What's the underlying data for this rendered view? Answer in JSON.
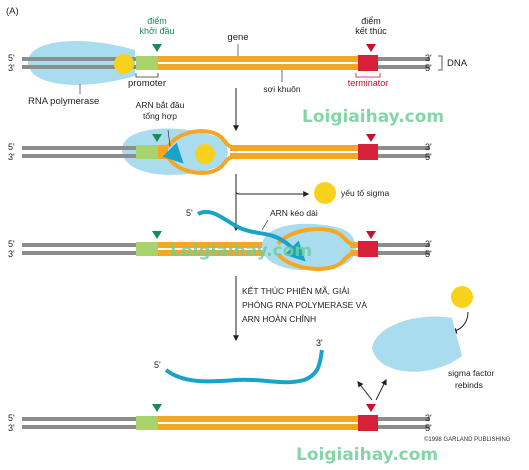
{
  "panel_label": "(A)",
  "labels": {
    "start_site": [
      "điểm",
      "khởi đầu"
    ],
    "gene": "gene",
    "stop_site": [
      "điểm",
      "kết thúc"
    ],
    "dna": "DNA",
    "promoter": "promoter",
    "template_strand": "sợi khuôn",
    "terminator": "terminator",
    "rna_polymerase": "RNA polymerase",
    "rna_start": [
      "ARN bắt đầu",
      "tổng hợp"
    ],
    "sigma_factor_vi": "yếu tố sigma",
    "rna_elongation": "ARN kéo dài",
    "termination": [
      "KẾT THÚC PHIÊN MÃ, GIẢI",
      "PHÓNG RNA POLYMERASE VÀ",
      "ARN HOÀN CHỈNH"
    ],
    "sigma_rebinds": [
      "sigma factor",
      "rebinds"
    ],
    "copyright": "©1998 GARLAND PUBLISHING"
  },
  "ends": {
    "five": "5'",
    "three": "3'"
  },
  "watermarks": [
    "Loigiaihay.com",
    "Loigiaihay.com",
    "Loigiaihay.com"
  ],
  "colors": {
    "dna": "#8c8c8c",
    "gene": "#f5a623",
    "promoter": "#a8d26b",
    "terminator": "#d7213a",
    "polymerase": "#a9dcee",
    "sigma": "#f7d21c",
    "rna": "#1aa3c9",
    "start_marker": "#1a8a57",
    "stop_marker": "#c8102e"
  }
}
